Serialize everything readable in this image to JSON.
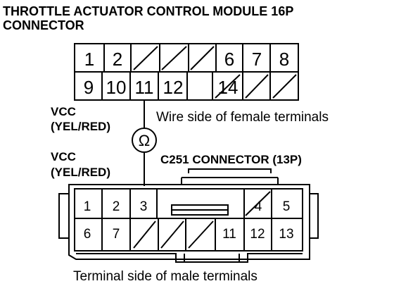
{
  "title_line1": "THROTTLE ACTUATOR CONTROL MODULE 16P",
  "title_line2": "CONNECTOR",
  "top_connector": {
    "row1": [
      "1",
      "2",
      "",
      "",
      "",
      "6",
      "7",
      "8"
    ],
    "row2": [
      "9",
      "10",
      "11",
      "12",
      "",
      "14",
      "",
      ""
    ]
  },
  "vcc_upper": {
    "line1": "VCC",
    "line2": "(YEL/RED)"
  },
  "vcc_lower": {
    "line1": "VCC",
    "line2": "(YEL/RED)"
  },
  "wire_side_label": "Wire side of female terminals",
  "ohmmeter_symbol": "Ω",
  "bottom_connector_label": "C251 CONNECTOR (13P)",
  "bottom_connector": {
    "row1": [
      "1",
      "2",
      "3",
      "",
      "",
      "",
      "",
      "4",
      "5"
    ],
    "row2": [
      "6",
      "7",
      "",
      "",
      "",
      "11",
      "12",
      "13"
    ]
  },
  "terminal_side_label": "Terminal side of male terminals"
}
